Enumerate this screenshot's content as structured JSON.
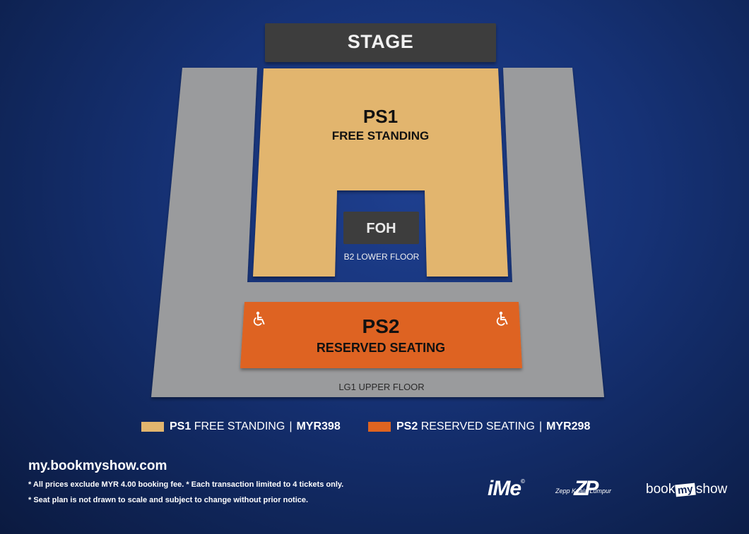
{
  "stage": {
    "label": "STAGE"
  },
  "zones": {
    "ps1": {
      "code": "PS1",
      "name": "FREE STANDING",
      "price": "MYR398",
      "color": "#e2b56e"
    },
    "ps2": {
      "code": "PS2",
      "name": "RESERVED SEATING",
      "price": "MYR298",
      "color": "#de6420"
    }
  },
  "foh": {
    "label": "FOH"
  },
  "floors": {
    "lower": "B2 LOWER FLOOR",
    "upper": "LG1 UPPER FLOOR"
  },
  "legend": {
    "separator": "|"
  },
  "icons": {
    "accessible": "wheelchair-icon"
  },
  "footer": {
    "website": "my.bookmyshow.com",
    "note_1": "* All prices exclude MYR 4.00 booking fee. * Each transaction limited to 4 tickets only.",
    "note_2": "* Seat plan is not drawn to scale and subject to change without prior notice."
  },
  "logos": {
    "ime": "iMe",
    "ime_mark": "©",
    "zepp_main": "ZP",
    "zepp_script": "Zepp Kuala Lumpur",
    "bms_pre": "book",
    "bms_mid": "my",
    "bms_post": "show"
  },
  "colors": {
    "stage": "#3d3d3d",
    "floor": "#9a9b9d",
    "foh": "#3d3d3d"
  }
}
